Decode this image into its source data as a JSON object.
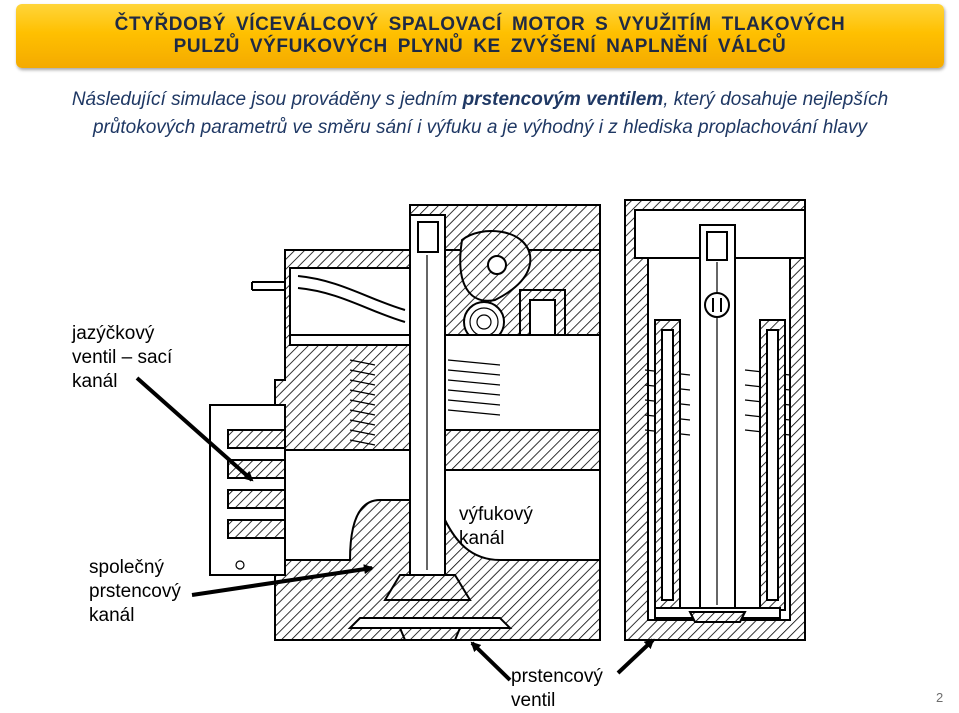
{
  "header": {
    "line1": "ČTYŘDOBÝ VÍCEVÁLCOVÝ SPALOVACÍ MOTOR S VYUŽITÍM TLAKOVÝCH",
    "line2": "PULZŮ VÝFUKOVÝCH PLYNŮ KE ZVÝŠENÍ NAPLNĚNÍ VÁLCŮ"
  },
  "intro": {
    "part1": "Následující simulace jsou prováděny s jedním ",
    "emphasis": "prstencovým ventilem",
    "part2": ", který dosahuje nejlepších průtokových parametrů ve směru sání i výfuku a je výhodný i z hlediska proplachování hlavy"
  },
  "labels": {
    "reed_valve": [
      "jazýčkový",
      "ventil – sací",
      "kanál"
    ],
    "common_channel": [
      "společný",
      "prstencový",
      "kanál"
    ],
    "exhaust_channel": [
      "výfukový",
      "kanál"
    ],
    "ring_valve": [
      "prstencový",
      "ventil"
    ]
  },
  "page_number": "2",
  "colors": {
    "banner": "#ffc000",
    "header_text": "#1f2a44",
    "intro_text": "#1f3864"
  }
}
